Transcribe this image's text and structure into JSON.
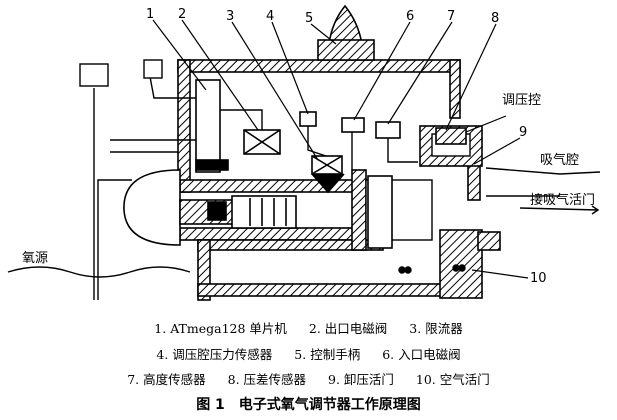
{
  "diagram": {
    "callouts": [
      "1",
      "2",
      "3",
      "4",
      "5",
      "6",
      "7",
      "8",
      "9",
      "10"
    ],
    "labels": {
      "regulating_chamber": "调压控",
      "breathing_chamber": "吸气腔",
      "breathing_valve": "接吸气活门",
      "oxygen_source": "氧源"
    }
  },
  "legend": {
    "row1": [
      "1. ATmega128 单片机",
      "2. 出口电磁阀",
      "3. 限流器"
    ],
    "row2": [
      "4. 调压腔压力传感器",
      "5. 控制手柄",
      "6. 入口电磁阀"
    ],
    "row3": [
      "7. 高度传感器",
      "8. 压差传感器",
      "9. 卸压活门",
      "10. 空气活门"
    ]
  },
  "caption": "图 1　电子式氧气调节器工作原理图"
}
